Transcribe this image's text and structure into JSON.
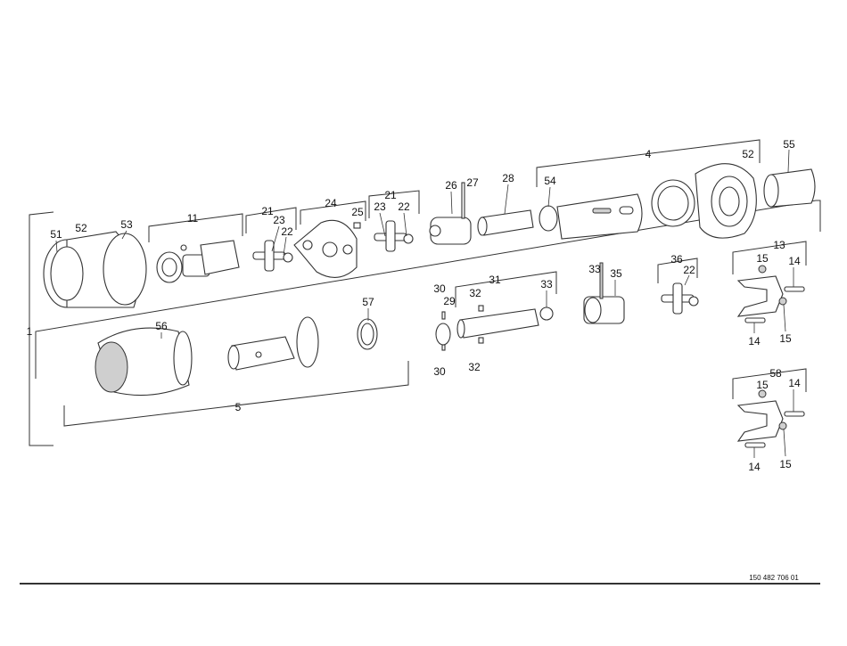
{
  "labels": [
    "1",
    "51",
    "52",
    "53",
    "11",
    "21",
    "23",
    "22",
    "24",
    "25",
    "21",
    "23",
    "22",
    "26",
    "27",
    "28",
    "4",
    "54",
    "52",
    "55",
    "13",
    "15",
    "14",
    "14",
    "15",
    "36",
    "22",
    "33",
    "35",
    "31",
    "33",
    "32",
    "30",
    "29",
    "30",
    "32",
    "57",
    "56",
    "5",
    "58",
    "15",
    "14",
    "14",
    "15"
  ],
  "document_number": "150 482 706 01",
  "colors": {
    "line": "#333333",
    "background": "#ffffff"
  }
}
